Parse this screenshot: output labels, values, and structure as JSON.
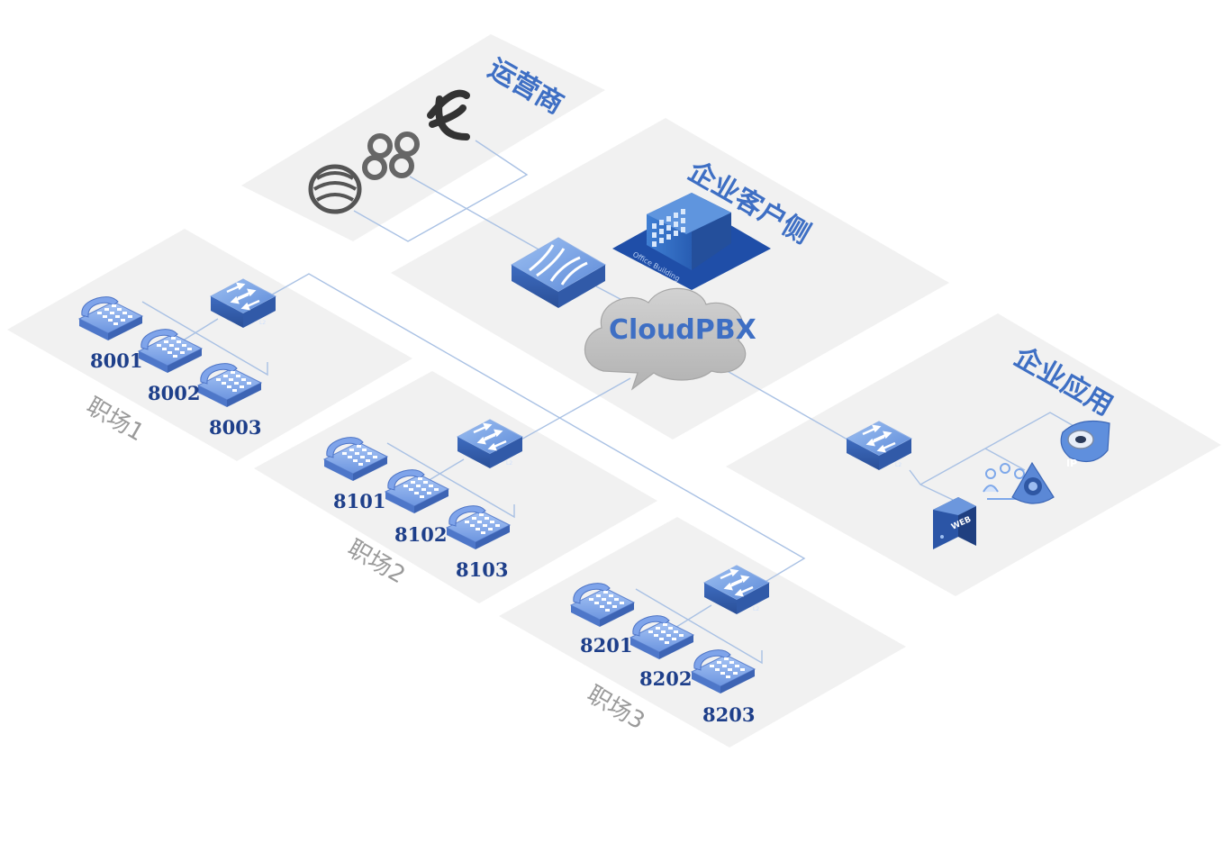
{
  "zones": {
    "carrier": "运营商",
    "enterprise_customer": "企业客户侧",
    "enterprise_apps": "企业应用"
  },
  "cloud": {
    "label": "CloudPBX"
  },
  "building": {
    "label": "Office Building"
  },
  "sites": [
    {
      "label": "职场1",
      "phones": [
        "8001",
        "8002",
        "8003"
      ]
    },
    {
      "label": "职场2",
      "phones": [
        "8101",
        "8102",
        "8103"
      ]
    },
    {
      "label": "职场3",
      "phones": [
        "8201",
        "8202",
        "8203"
      ]
    }
  ],
  "switch_tag": "L2",
  "apps": {
    "web_server": "WEB",
    "ip_camera": "IP"
  },
  "colors": {
    "zone_bg": "#f1f1f1",
    "title_blue": "#3e6fc4",
    "link": "#a9c1e4",
    "device_blue": "#4f7bd0",
    "cloud_gray": "#bdbdbd"
  }
}
